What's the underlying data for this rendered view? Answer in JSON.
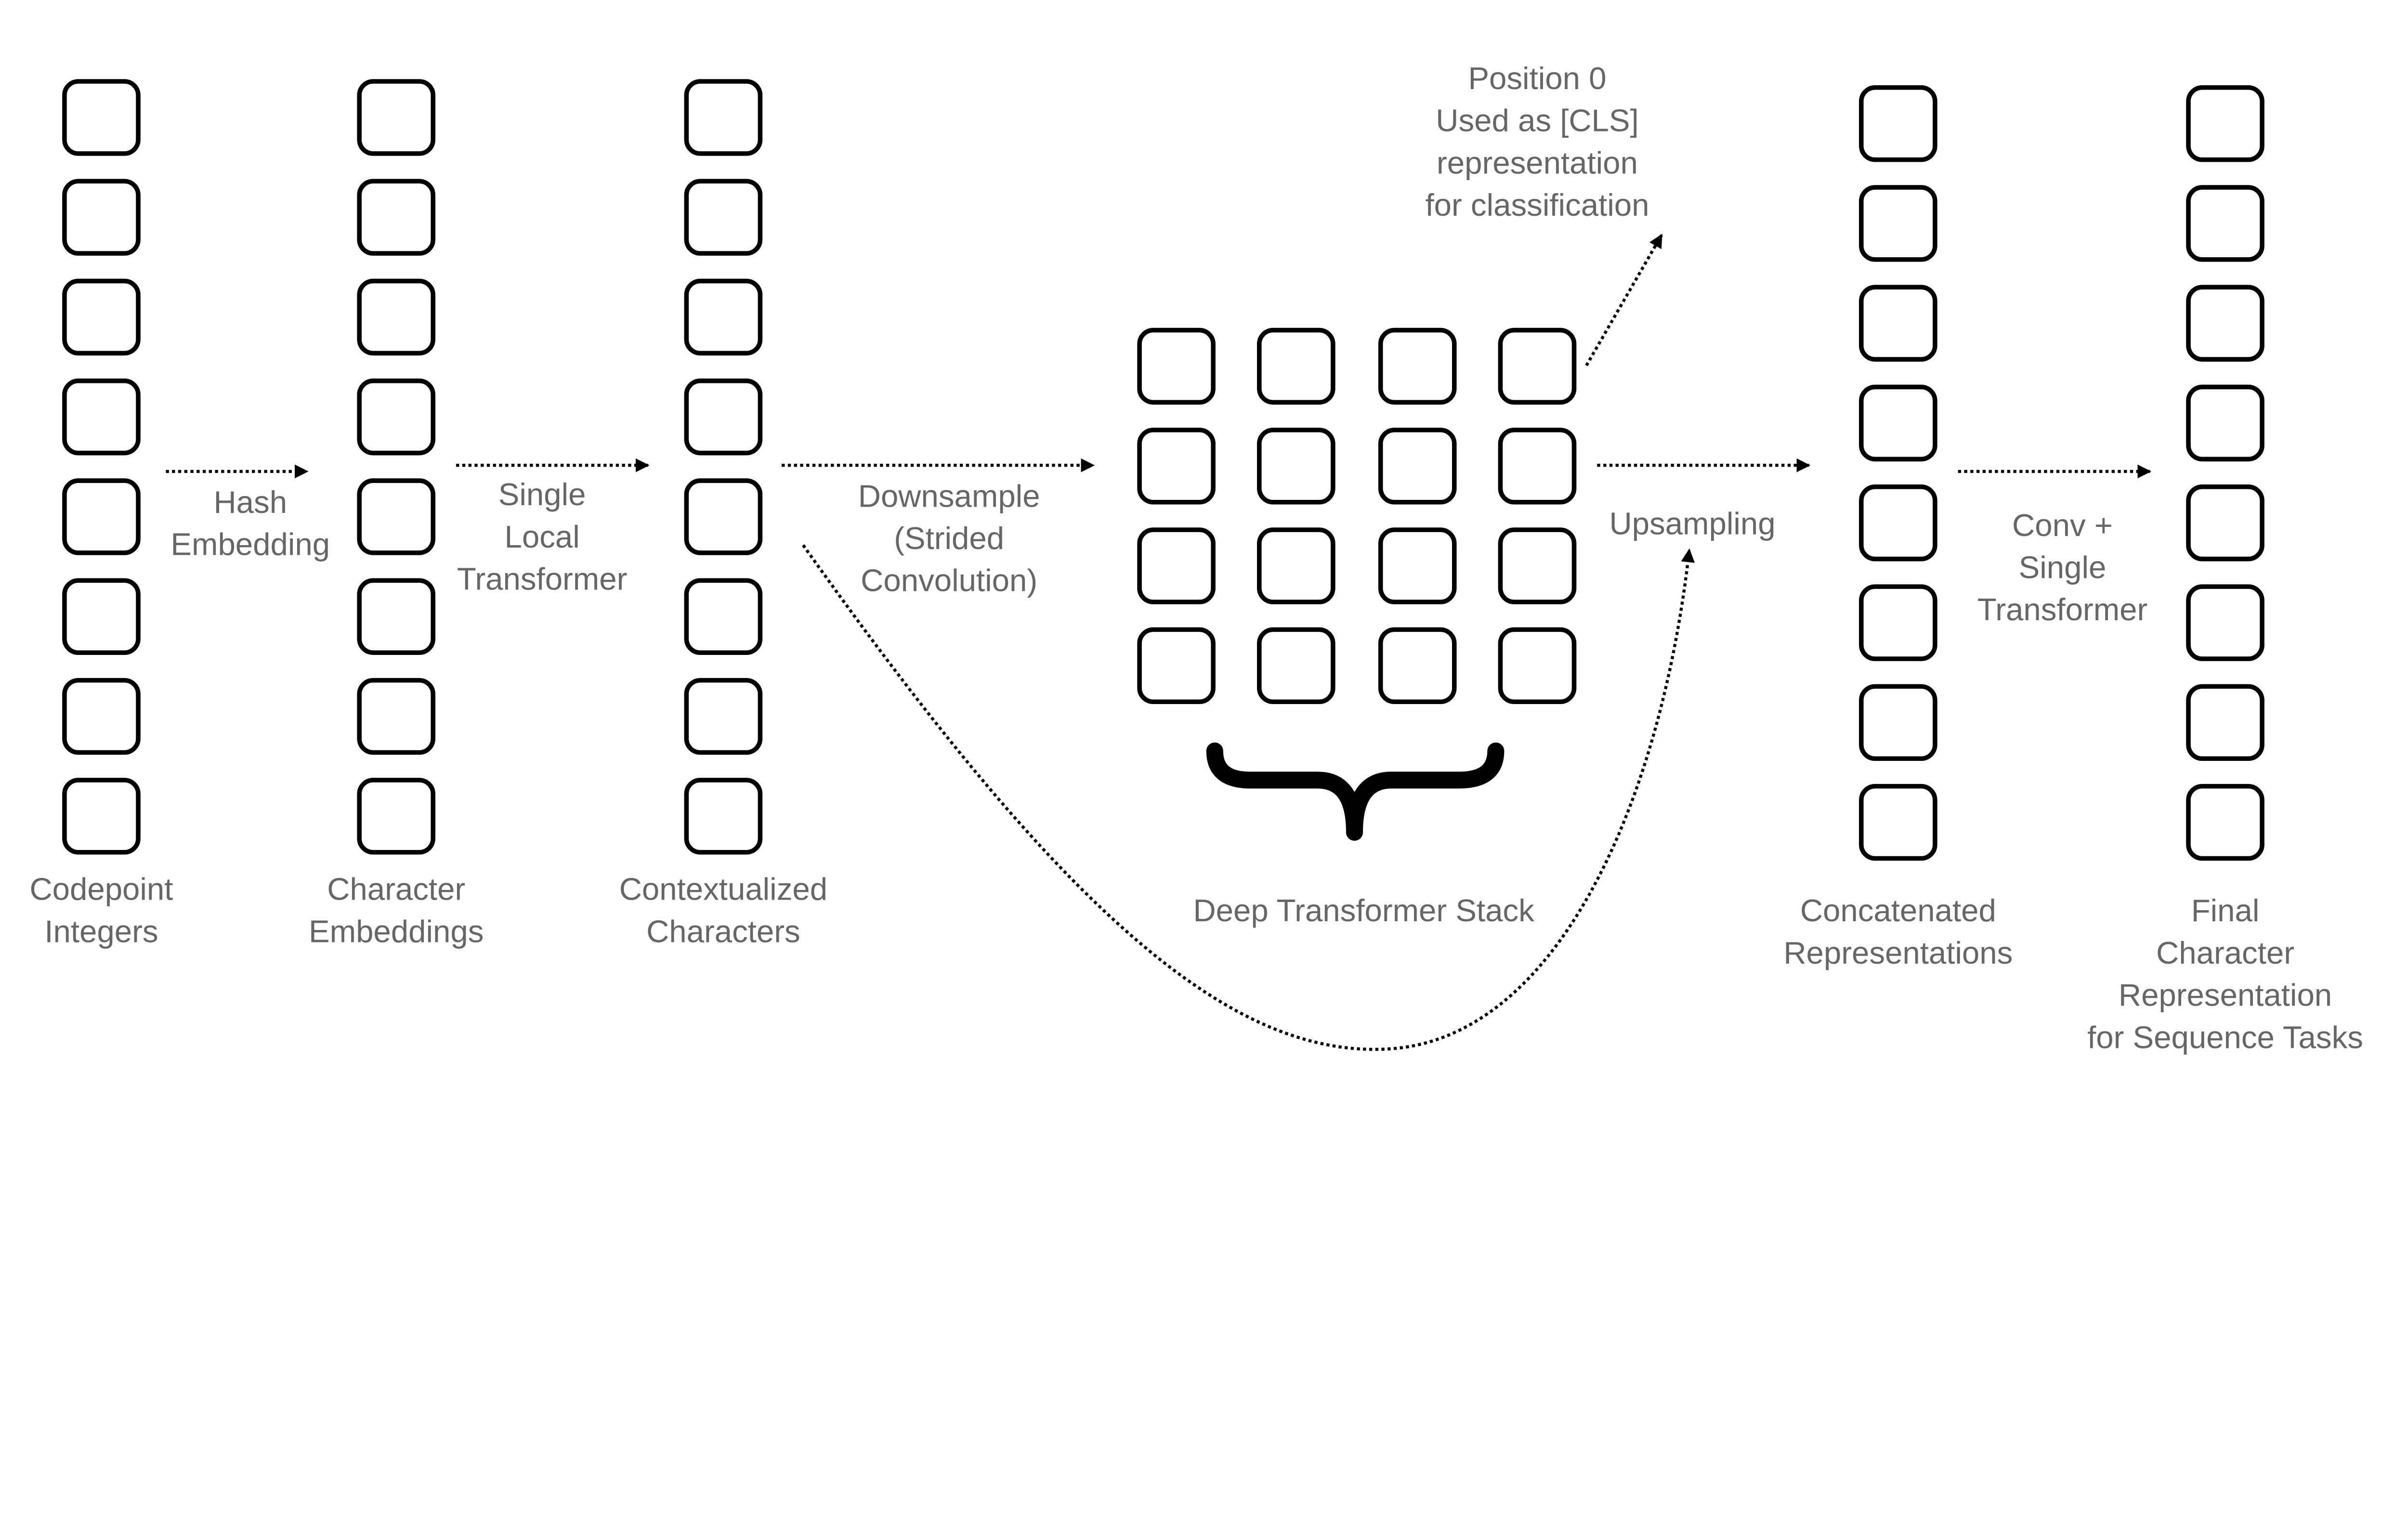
{
  "text_color": "#666666",
  "stroke_color": "#000000",
  "columns": [
    {
      "id": "codepoints",
      "label": [
        "Codepoint",
        "Integers"
      ]
    },
    {
      "id": "char-embeddings",
      "label": [
        "Character",
        "Embeddings"
      ]
    },
    {
      "id": "contextualized",
      "label": [
        "Contextualized",
        "Characters"
      ]
    },
    {
      "id": "concatenated",
      "label": [
        "Concatenated",
        "Representations"
      ]
    },
    {
      "id": "final",
      "label": [
        "Final",
        "Character",
        "Representation",
        "for Sequence Tasks"
      ]
    }
  ],
  "grid": {
    "label": [
      "Deep Transformer Stack"
    ]
  },
  "edges": [
    {
      "id": "hash-embedding",
      "label": [
        "Hash",
        "Embedding"
      ]
    },
    {
      "id": "single-local-transformer",
      "label": [
        "Single",
        "Local",
        "Transformer"
      ]
    },
    {
      "id": "downsample",
      "label": [
        "Downsample",
        "(Strided",
        "Convolution)"
      ]
    },
    {
      "id": "upsampling",
      "label": [
        "Upsampling"
      ]
    },
    {
      "id": "conv-transformer",
      "label": [
        "Conv +",
        "Single",
        "Transformer"
      ]
    },
    {
      "id": "cls",
      "label": [
        "Position 0",
        "Used as [CLS]",
        "representation",
        "for classification"
      ]
    },
    {
      "id": "residual",
      "label": []
    }
  ]
}
